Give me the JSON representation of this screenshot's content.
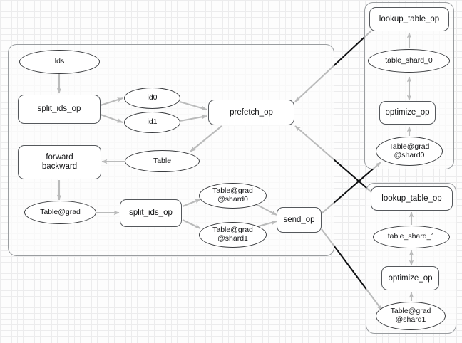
{
  "diagram": {
    "title": "distributed embedding table lookup dataflow graph",
    "background": "#fdfdfd",
    "node_fill": "#ffffff",
    "stroke": "#111214",
    "groups": [
      {
        "id": "worker",
        "label": ""
      },
      {
        "id": "ps0",
        "label": ""
      },
      {
        "id": "ps1",
        "label": ""
      }
    ],
    "nodes": {
      "lds": "lds",
      "split_ids_op_fwd": "split_ids_op",
      "id0": "id0",
      "id1": "id1",
      "prefetch_op": "prefetch_op",
      "forward_backward": "forward\nbackward",
      "table": "Table",
      "table_grad": "Table@grad",
      "split_ids_op_bwd": "split_ids_op",
      "table_grad_shard0": "Table@grad\n@shard0",
      "table_grad_shard1": "Table@grad\n@shard1",
      "send_op": "send_op",
      "ps0_lookup_table_op": "lookup_table_op",
      "ps0_table_shard": "table_shard_0",
      "ps0_optimize_op": "optimize_op",
      "ps0_table_grad_shard": "Table@grad\n@shard0",
      "ps1_lookup_table_op": "lookup_table_op",
      "ps1_table_shard": "table_shard_1",
      "ps1_optimize_op": "optimize_op",
      "ps1_table_grad_shard": "Table@grad\n@shard1"
    },
    "edges": [
      {
        "from": "lds",
        "to": "split_ids_op_fwd"
      },
      {
        "from": "split_ids_op_fwd",
        "to": "id0"
      },
      {
        "from": "split_ids_op_fwd",
        "to": "id1"
      },
      {
        "from": "id0",
        "to": "prefetch_op"
      },
      {
        "from": "id1",
        "to": "prefetch_op"
      },
      {
        "from": "prefetch_op",
        "to": "table"
      },
      {
        "from": "table",
        "to": "forward_backward"
      },
      {
        "from": "forward_backward",
        "to": "table_grad"
      },
      {
        "from": "table_grad",
        "to": "split_ids_op_bwd"
      },
      {
        "from": "split_ids_op_bwd",
        "to": "table_grad_shard0"
      },
      {
        "from": "split_ids_op_bwd",
        "to": "table_grad_shard1"
      },
      {
        "from": "table_grad_shard0",
        "to": "send_op"
      },
      {
        "from": "table_grad_shard1",
        "to": "send_op"
      },
      {
        "from": "ps0_lookup_table_op",
        "to": "prefetch_op"
      },
      {
        "from": "ps1_lookup_table_op",
        "to": "prefetch_op"
      },
      {
        "from": "send_op",
        "to": "ps0_table_grad_shard"
      },
      {
        "from": "send_op",
        "to": "ps1_table_grad_shard"
      },
      {
        "from": "ps0_table_shard",
        "to": "ps0_lookup_table_op"
      },
      {
        "from": "ps0_table_shard",
        "to": "ps0_optimize_op",
        "bidirectional": true
      },
      {
        "from": "ps0_table_grad_shard",
        "to": "ps0_optimize_op"
      },
      {
        "from": "ps1_table_shard",
        "to": "ps1_lookup_table_op"
      },
      {
        "from": "ps1_table_shard",
        "to": "ps1_optimize_op",
        "bidirectional": true
      },
      {
        "from": "ps1_table_grad_shard",
        "to": "ps1_optimize_op"
      }
    ]
  }
}
